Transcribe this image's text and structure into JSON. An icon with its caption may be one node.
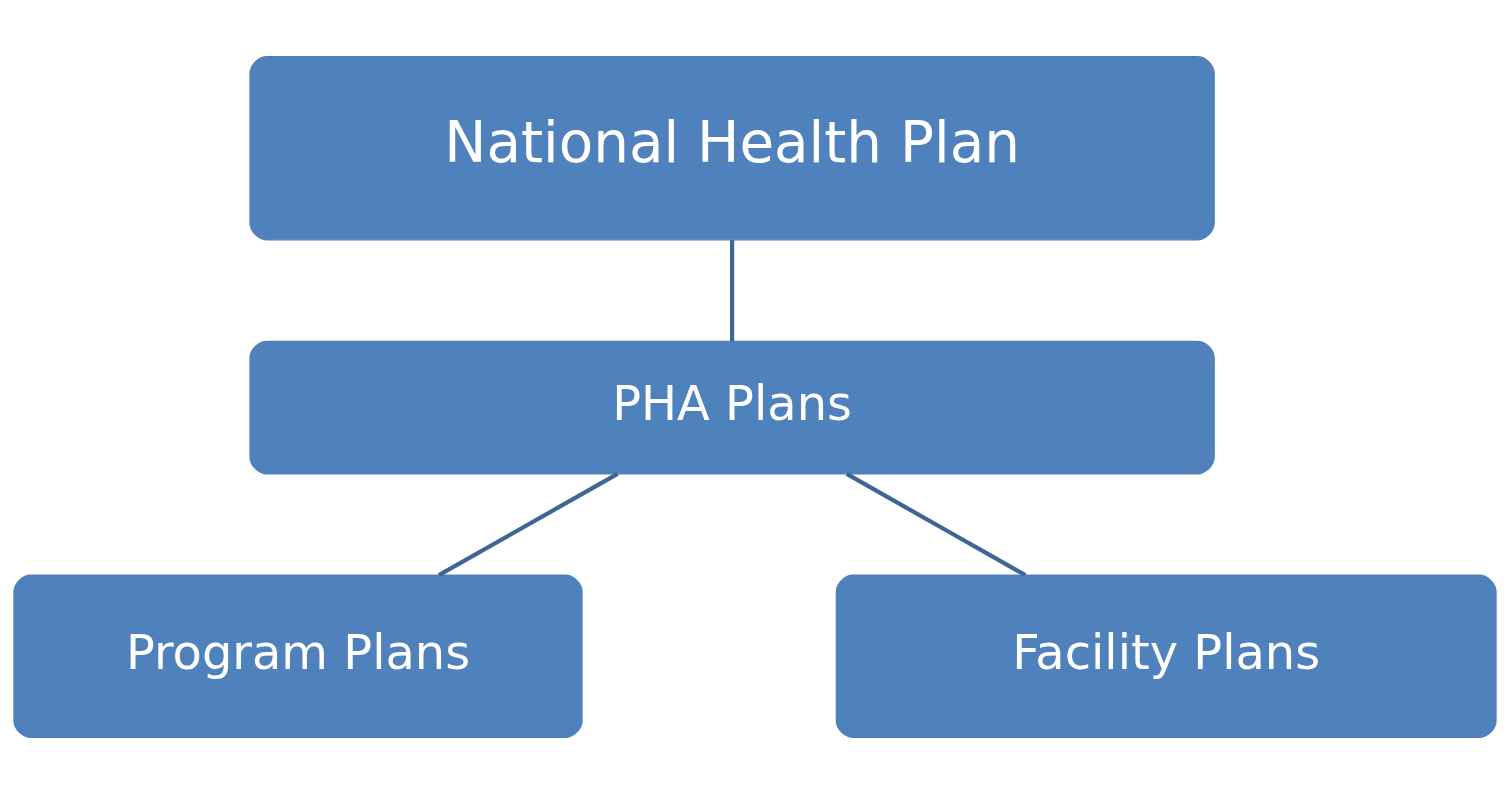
{
  "diagram": {
    "nodes": [
      {
        "text": [
          "National Health Plan"
        ]
      },
      {
        "text": [
          "PHA Plans"
        ]
      },
      {
        "text": [
          "Program Plans"
        ]
      },
      {
        "text": [
          "Facility Plans"
        ]
      }
    ],
    "edges": [
      {
        "from": 0,
        "to": 1,
        "arrow": "none"
      },
      {
        "from": 1,
        "to": 2,
        "arrow": "none"
      },
      {
        "from": 1,
        "to": 3,
        "arrow": "none"
      }
    ]
  }
}
